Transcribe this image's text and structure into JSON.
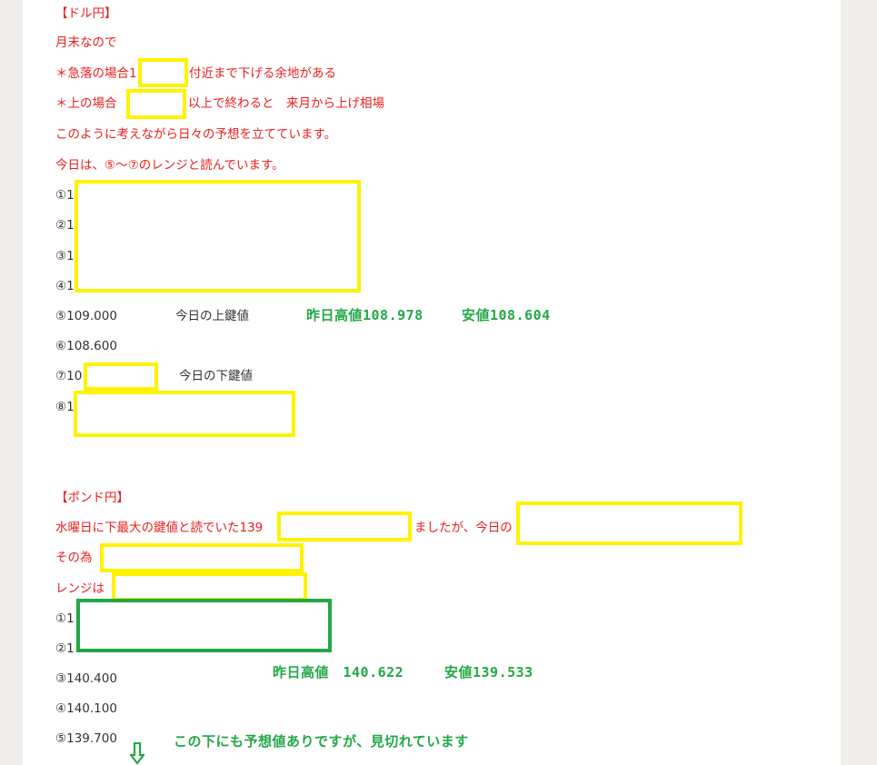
{
  "usdjpy": {
    "heading": "【ドル円】",
    "line1": "月末なので",
    "line2a": "＊急落の場合1",
    "line2b": "付近まで下げる余地がある",
    "line3a": "＊上の場合",
    "line3b": "以上で終わると　来月から上げ相場",
    "line4": "このように考えながら日々の予想を立てています。",
    "line5": "今日は、⑤～⑦のレンジと読んでいます。",
    "levels": [
      "①1",
      "②1",
      "③1",
      "④1",
      "⑤109.000",
      "⑥108.600",
      "⑦10",
      "⑧1"
    ],
    "upper_key": "今日の上鍵値",
    "lower_key": "今日の下鍵値",
    "yesterday_high": "昨日高値108.978",
    "yesterday_low": "安値108.604"
  },
  "gbpjpy": {
    "heading": "【ポンド円】",
    "line1a": "水曜日に下最大の鍵値と読でいた139",
    "line1b": "ましたが、今日の",
    "line2": "その為",
    "line3": "レンジは",
    "levels": [
      "①1",
      "②1",
      "③140.400",
      "④140.100",
      "⑤139.700"
    ],
    "yesterday_high": "昨日高値　140.622",
    "yesterday_low": "安値139.533",
    "note": "この下にも予想値ありですが、見切れています"
  },
  "colors": {
    "red": "#e8201e",
    "green": "#22a845",
    "highlight": "#fff200"
  }
}
